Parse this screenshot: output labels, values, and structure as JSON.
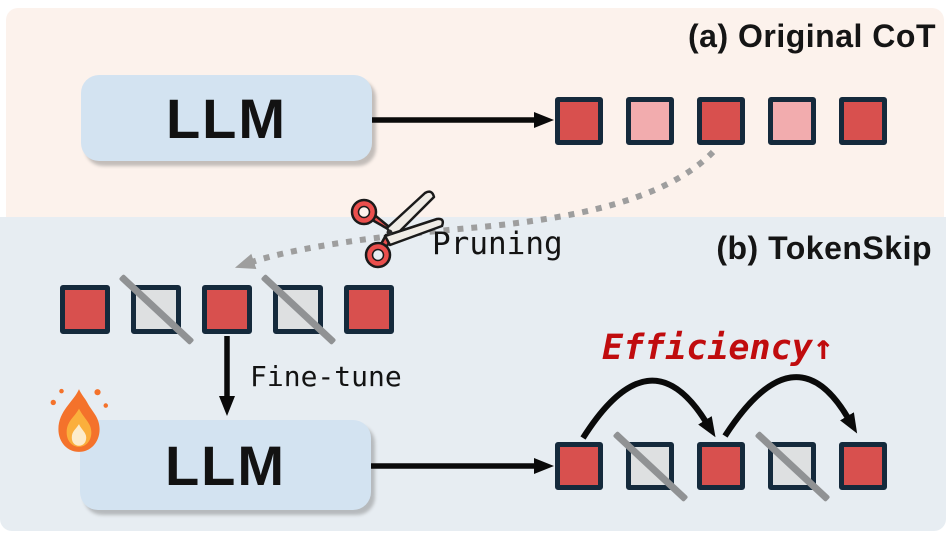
{
  "panel_a": {
    "label": "(a) Original CoT"
  },
  "panel_b": {
    "label": "(b) TokenSkip"
  },
  "llm_top": {
    "label": "LLM"
  },
  "llm_bottom": {
    "label": "LLM"
  },
  "annotations": {
    "pruning": "Pruning",
    "finetune": "Fine-tune",
    "efficiency": "Efficiency↑"
  },
  "icons": {
    "scissors": "scissors-icon (pruning cut)",
    "fire": "fire-icon (trainable model)"
  },
  "token_rows": {
    "original": [
      "red",
      "pink",
      "red",
      "pink",
      "red"
    ],
    "pruned": [
      "red",
      "skipped",
      "red",
      "skipped",
      "red"
    ],
    "output": [
      "red",
      "skipped",
      "red",
      "skipped",
      "red"
    ]
  },
  "colors": {
    "bg_top": "#fcf2ec",
    "bg_bottom": "#e7edf2",
    "llm_fill": "#d3e3f1",
    "token_red": "#d8504e",
    "token_pink": "#f2acae",
    "token_gray": "#dee0e1",
    "token_border": "#152a3c",
    "slash": "#909294",
    "dotted": "#9e9e9e",
    "arrow": "#0a0a0a",
    "efficiency": "#c00c0e",
    "scissors_red": "#ea4f4d",
    "flame_orange": "#f4722b",
    "flame_mid": "#fbaf3c",
    "flame_core": "#fdeccb"
  }
}
